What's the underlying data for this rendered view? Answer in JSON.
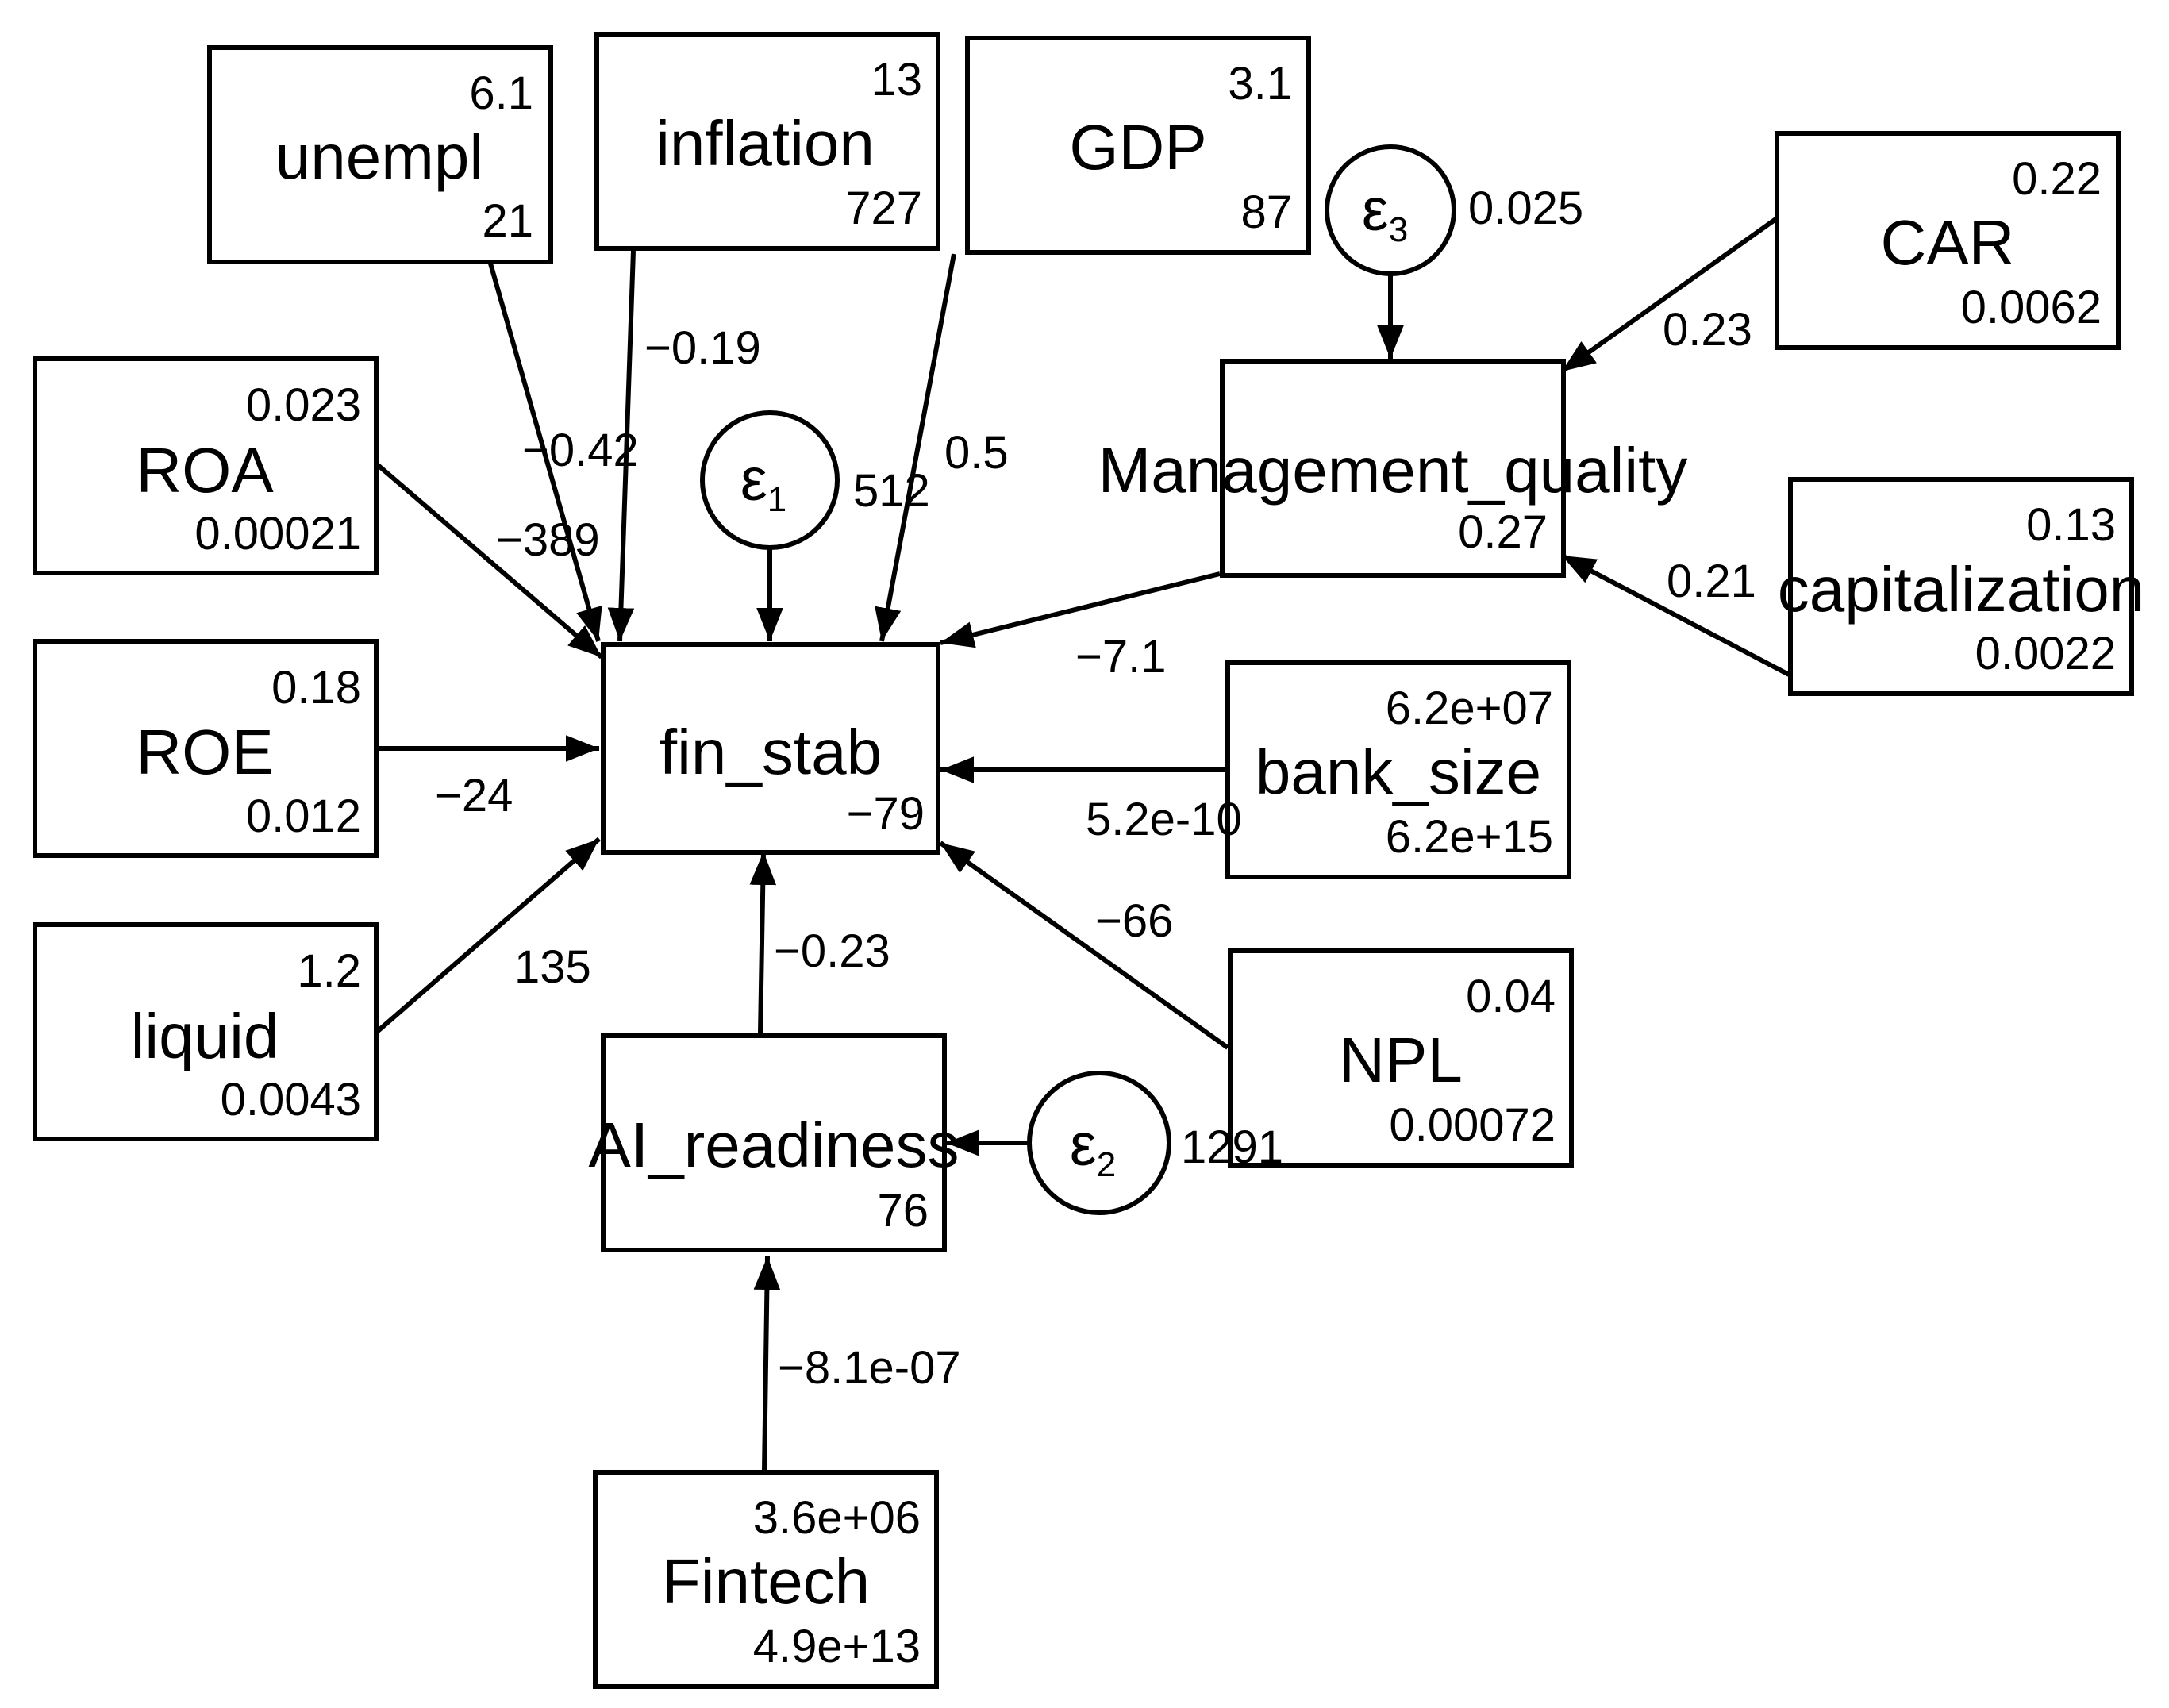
{
  "nodes": {
    "unempl": {
      "name": "unempl",
      "top": "6.1",
      "bottom": "21"
    },
    "inflation": {
      "name": "inflation",
      "top": "13",
      "bottom": "727"
    },
    "gdp": {
      "name": "GDP",
      "top": "3.1",
      "bottom": "87"
    },
    "car": {
      "name": "CAR",
      "top": "0.22",
      "bottom": "0.0062"
    },
    "roa": {
      "name": "ROA",
      "top": "0.023",
      "bottom": "0.00021"
    },
    "roe": {
      "name": "ROE",
      "top": "0.18",
      "bottom": "0.012"
    },
    "liquid": {
      "name": "liquid",
      "top": "1.2",
      "bottom": "0.0043"
    },
    "fin_stab": {
      "name": "fin_stab",
      "bottom": "−79"
    },
    "management_quality": {
      "name": "Management_quality",
      "bottom": "0.27"
    },
    "capitalization": {
      "name": "capitalization",
      "top": "0.13",
      "bottom": "0.0022"
    },
    "bank_size": {
      "name": "bank_size",
      "top": "6.2e+07",
      "bottom": "6.2e+15"
    },
    "npl": {
      "name": "NPL",
      "top": "0.04",
      "bottom": "0.00072"
    },
    "ai_readiness": {
      "name": "AI_readiness",
      "bottom": "76"
    },
    "fintech": {
      "name": "Fintech",
      "top": "3.6e+06",
      "bottom": "4.9e+13"
    }
  },
  "errors": {
    "e1": {
      "symbol": "ε",
      "sub": "1",
      "variance": "512"
    },
    "e2": {
      "symbol": "ε",
      "sub": "2",
      "variance": "1291"
    },
    "e3": {
      "symbol": "ε",
      "sub": "3",
      "variance": "0.025"
    }
  },
  "paths": {
    "unempl_fin": "−0.42",
    "inflation_fin": "−0.19",
    "gdp_fin": "0.5",
    "roa_fin": "−389",
    "roe_fin": "−24",
    "liquid_fin": "135",
    "mq_fin": "−7.1",
    "bank_fin": "5.2e-10",
    "npl_fin": "−66",
    "ai_fin": "−0.23",
    "fintech_ai": "−8.1e-07",
    "car_mq": "0.23",
    "cap_mq": "0.21"
  },
  "colors": {
    "stroke": "#000000",
    "background": "#ffffff"
  }
}
